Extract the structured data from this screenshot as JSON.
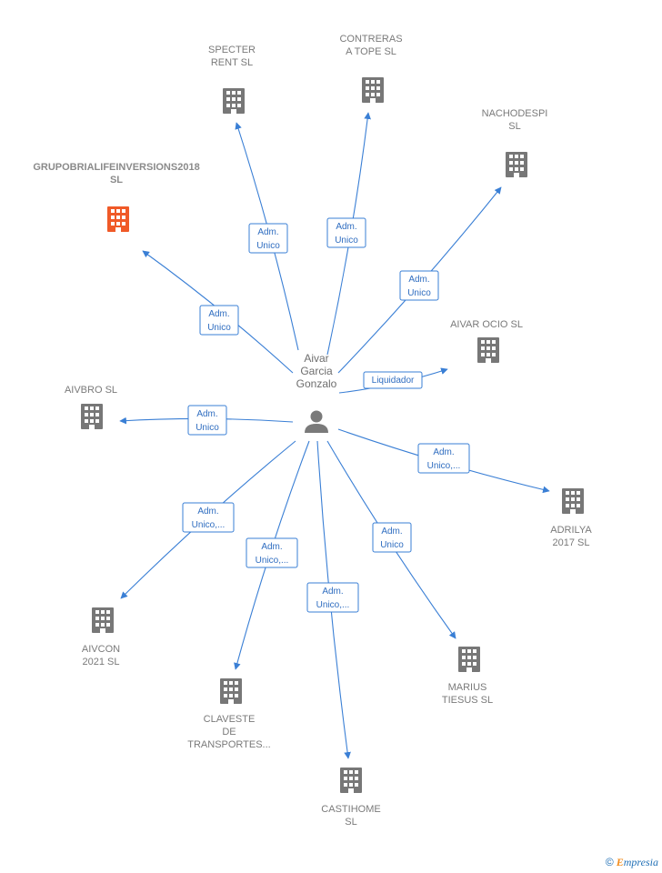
{
  "center": {
    "name_lines": [
      "Aivar",
      "Garcia",
      "Gonzalo"
    ],
    "icon": "person-icon"
  },
  "colors": {
    "edge": "#3a7fd5",
    "company_icon": "#777777",
    "highlight_icon": "#f05a28"
  },
  "nodes": [
    {
      "id": "specter",
      "lines": [
        "SPECTER",
        "RENT  SL"
      ],
      "role_lines": [
        "Adm.",
        "Unico"
      ],
      "highlight": false
    },
    {
      "id": "contreras",
      "lines": [
        "CONTRERAS",
        "A TOPE  SL"
      ],
      "role_lines": [
        "Adm.",
        "Unico"
      ],
      "highlight": false
    },
    {
      "id": "nachodespi",
      "lines": [
        "NACHODESPI",
        "SL"
      ],
      "role_lines": [
        "Adm.",
        "Unico"
      ],
      "highlight": false
    },
    {
      "id": "grupobrialife",
      "lines": [
        "GRUPOBRIALIFEINVERSIONS2018",
        "SL"
      ],
      "role_lines": [
        "Adm.",
        "Unico"
      ],
      "highlight": true
    },
    {
      "id": "aivar-ocio",
      "lines": [
        "AIVAR OCIO SL"
      ],
      "role_lines": [
        "Liquidador"
      ],
      "highlight": false
    },
    {
      "id": "aivbro",
      "lines": [
        "AIVBRO  SL"
      ],
      "role_lines": [
        "Adm.",
        "Unico"
      ],
      "highlight": false
    },
    {
      "id": "adrilya",
      "lines": [
        "ADRILYA",
        "2017  SL"
      ],
      "role_lines": [
        "Adm.",
        "Unico,..."
      ],
      "highlight": false
    },
    {
      "id": "aivcon",
      "lines": [
        "AIVCON",
        "2021  SL"
      ],
      "role_lines": [
        "Adm.",
        "Unico,..."
      ],
      "highlight": false
    },
    {
      "id": "claveste",
      "lines": [
        "CLAVESTE",
        "DE",
        "TRANSPORTES..."
      ],
      "role_lines": [
        "Adm.",
        "Unico,..."
      ],
      "highlight": false
    },
    {
      "id": "castihome",
      "lines": [
        "CASTIHOME",
        "SL"
      ],
      "role_lines": [
        "Adm.",
        "Unico,..."
      ],
      "highlight": false
    },
    {
      "id": "marius",
      "lines": [
        "MARIUS",
        "TIESUS  SL"
      ],
      "role_lines": [
        "Adm.",
        "Unico"
      ],
      "highlight": false
    }
  ],
  "footer": {
    "copyright": "©",
    "brand_initial": "E",
    "brand_rest": "mpresia"
  }
}
